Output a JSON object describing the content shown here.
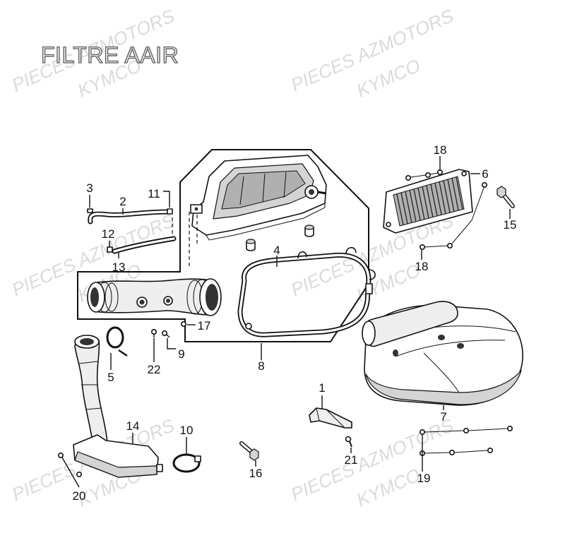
{
  "title": "FILTRE AAIR",
  "watermark": {
    "line1": "PIECES AZMOTORS",
    "line2": "KYMCO"
  },
  "callouts": {
    "p1": "1",
    "p2": "2",
    "p3": "3",
    "p4": "4",
    "p5": "5",
    "p6": "6",
    "p7": "7",
    "p8": "8",
    "p9": "9",
    "p10": "10",
    "p11": "11",
    "p12": "12",
    "p13": "13",
    "p14": "14",
    "p15": "15",
    "p16": "16",
    "p17": "17",
    "p18": "18",
    "p19": "19",
    "p20": "20",
    "p21": "21",
    "p22": "22"
  }
}
